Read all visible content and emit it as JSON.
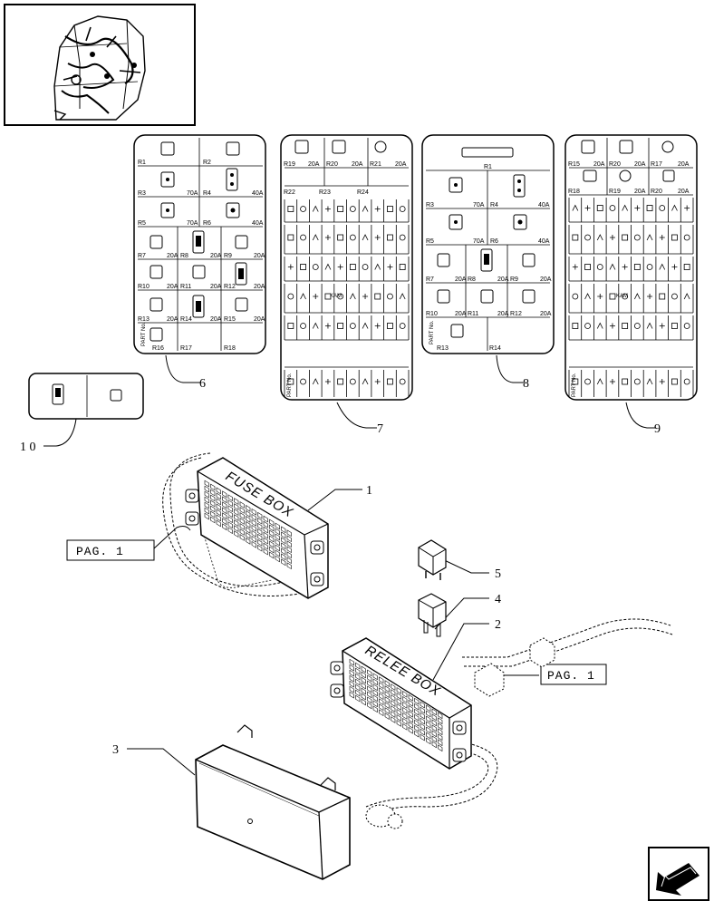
{
  "callouts": {
    "c1": "1",
    "c2": "2",
    "c3": "3",
    "c4": "4",
    "c5": "5",
    "c6": "6",
    "c7": "7",
    "c8": "8",
    "c9": "9",
    "c10": "1 0"
  },
  "page_refs": {
    "left": "PAG. 1",
    "right": "PAG. 1"
  },
  "box_labels": {
    "fuse_box": "FUSE BOX",
    "relay_box": "RELEE BOX"
  },
  "panel_6": {
    "rows": [
      {
        "left": "R1",
        "right": "R2",
        "mid": "",
        "val": ""
      },
      {
        "left": "R3",
        "right": "R4",
        "mid": "70A",
        "val": "40A"
      },
      {
        "left": "R5",
        "right": "R6",
        "mid": "70A",
        "val": "40A"
      }
    ],
    "row4": [
      "R7",
      "20A",
      "R8",
      "20A",
      "R9",
      "20A"
    ],
    "row5": [
      "R10",
      "20A",
      "R11",
      "20A",
      "R12",
      "20A"
    ],
    "row6": [
      "R13",
      "20A",
      "R14",
      "20A",
      "R15",
      "20A"
    ],
    "row7": [
      "R16",
      "R17",
      "R18"
    ],
    "part_no": "PART No."
  },
  "panel_7": {
    "row1": [
      "R19",
      "20A",
      "R20",
      "20A",
      "R21",
      "20A"
    ],
    "row2": [
      "R22",
      "R23",
      "R24"
    ],
    "kam": "KAM",
    "part_no": "PART No."
  },
  "panel_8": {
    "r1": "R1",
    "row2": [
      "R3",
      "70A",
      "R4",
      "40A"
    ],
    "row3": [
      "R5",
      "70A",
      "R6",
      "40A"
    ],
    "row4": [
      "R7",
      "20A",
      "R8",
      "20A",
      "R9",
      "20A"
    ],
    "row5": [
      "R10",
      "20A",
      "R11",
      "20A",
      "R12",
      "20A"
    ],
    "row6": [
      "R13",
      "R14"
    ],
    "part_no": "PART No."
  },
  "panel_9": {
    "row1": [
      "R15",
      "20A",
      "R20",
      "20A",
      "R17",
      "20A"
    ],
    "row2": [
      "R18",
      "R19",
      "20A",
      "R20",
      "20A"
    ],
    "kam": "KAM",
    "part_no": "PART No."
  },
  "icons": {
    "thumbnail": "tractor-cab-wiring-thumbnail",
    "nav": "arrow-back-icon"
  }
}
